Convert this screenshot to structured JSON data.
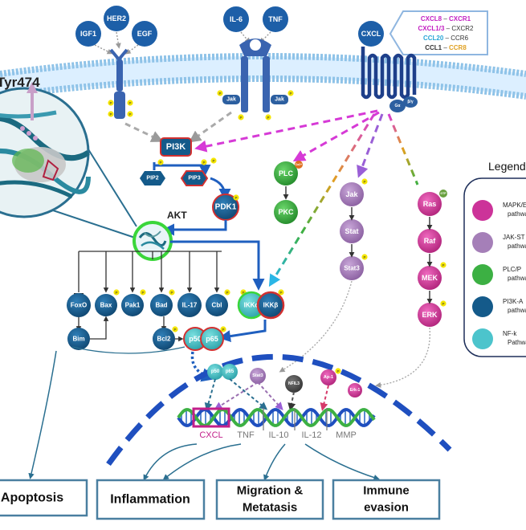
{
  "receptors": {
    "igf1": "IGF1",
    "her2": "HER2",
    "egf": "EGF",
    "il6": "IL-6",
    "tnf": "TNF",
    "cxcl": "CXCL",
    "jak_left": "Jak",
    "jak_right": "Jak",
    "g_alpha": "Gα",
    "g_beta_gamma": "β/γ"
  },
  "cxcl_pairs": [
    {
      "ligand": "CXCL8",
      "sep": " – ",
      "receptor": "CXCR1",
      "ligand_color": "#c21fc2",
      "receptor_color": "#c21fc2"
    },
    {
      "ligand": "CXCL1/3",
      "sep": " – ",
      "receptor": "CXCR2",
      "ligand_color": "#c21fc2",
      "receptor_color": "#333333"
    },
    {
      "ligand": "CCL20",
      "sep": " – ",
      "receptor": "CCR6",
      "ligand_color": "#2aa6d6",
      "receptor_color": "#333333"
    },
    {
      "ligand": "CCL1",
      "sep": " – ",
      "receptor": "CCR8",
      "ligand_color": "#333333",
      "receptor_color": "#e0a020"
    }
  ],
  "structure_label": "Tyr474",
  "pi3k": {
    "pi3k": "PI3K",
    "pip2": "PIP2",
    "pip3": "PIP3",
    "pdk1": "PDK1",
    "akt": "AKT"
  },
  "phos_mark": "P",
  "plc_branch": {
    "plc": "PLC",
    "pkc": "PKC",
    "ca": "Ca2+"
  },
  "jak_branch": {
    "jak": "Jak",
    "stat": "Stat",
    "stat3": "Stat3"
  },
  "mapk_branch": {
    "ras": "Ras",
    "raf": "Raf",
    "mek": "MEK",
    "erk": "ERK",
    "gtp": "GTP"
  },
  "akt_targets": {
    "foxo": "FoxO",
    "bax": "Bax",
    "pak1": "Pak1",
    "bad": "Bad",
    "il17": "IL-17",
    "cbl": "Cbl",
    "ikka": "IKKα",
    "ikkb": "IKKβ",
    "bim": "Bim",
    "bcl2": "Bcl2",
    "p50": "p50",
    "p65": "p65"
  },
  "nucleus_factors": {
    "p50": "p50",
    "p65": "p65",
    "stat3": "Stat3",
    "nfil3": "NFIL3",
    "ap1": "Ap-1",
    "erk1": "Erk-1"
  },
  "genes": {
    "cxcl": "CXCL",
    "tnf": "TNF",
    "il10": "IL-10",
    "il12": "IL-12",
    "mmp": "MMP"
  },
  "legend": {
    "title": "Legend",
    "items": [
      {
        "label1": "MAPK/E",
        "label2": "pathwa",
        "color": "#cc3399"
      },
      {
        "label1": "JAK-ST",
        "label2": "pathwa",
        "color": "#a57fb8"
      },
      {
        "label1": "PLC/P",
        "label2": "pathwa",
        "color": "#3cb043"
      },
      {
        "label1": "PI3K-A",
        "label2": "pathwa",
        "color": "#145a8a"
      },
      {
        "label1": "NF-k",
        "label2": "Pathwa",
        "color": "#4cc4cc"
      }
    ]
  },
  "outcomes": {
    "apoptosis": "Apoptosis",
    "inflammation": "Inflammation",
    "migration_1": "Migration &",
    "migration_2": "Metatasis",
    "immune_1": "Immune",
    "immune_2": "evasion"
  },
  "colors": {
    "pi3k": "#145a8a",
    "nfkb": "#4cc4cc",
    "jak": "#a57fb8",
    "plc": "#3cb043",
    "mapk": "#cc3399",
    "membrane": "#8fc3e8",
    "receptor": "#3a64b0",
    "phospho": "#f5e600"
  }
}
